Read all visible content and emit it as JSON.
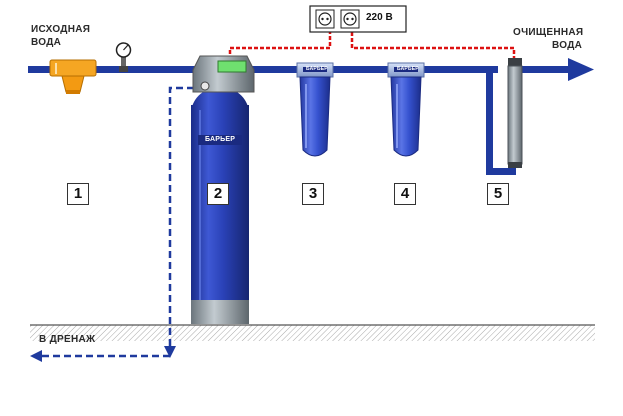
{
  "labels": {
    "source_water": [
      "ИСХОДНАЯ",
      "ВОДА"
    ],
    "purified_water": [
      "ОЧИЩЕННАЯ",
      "ВОДА"
    ],
    "drain": "В ДРЕНАЖ",
    "voltage": "220 В"
  },
  "stages": [
    "1",
    "2",
    "3",
    "4",
    "5"
  ],
  "brand": "БАРЬЕР",
  "colors": {
    "pipe": "#1f3a9e",
    "pipe_dark": "#14287a",
    "tank": "#2e44b8",
    "filter_housing": "#3552cf",
    "prefilter": "#f5a623",
    "control_head": "#8f9aa1",
    "display": "#6fe06f",
    "wire": "#dd1111",
    "floor_hatch": "#9a9a9a"
  },
  "icons": [
    "pressure-gauge-icon",
    "power-outlet-icon",
    "flow-arrow-icon"
  ]
}
